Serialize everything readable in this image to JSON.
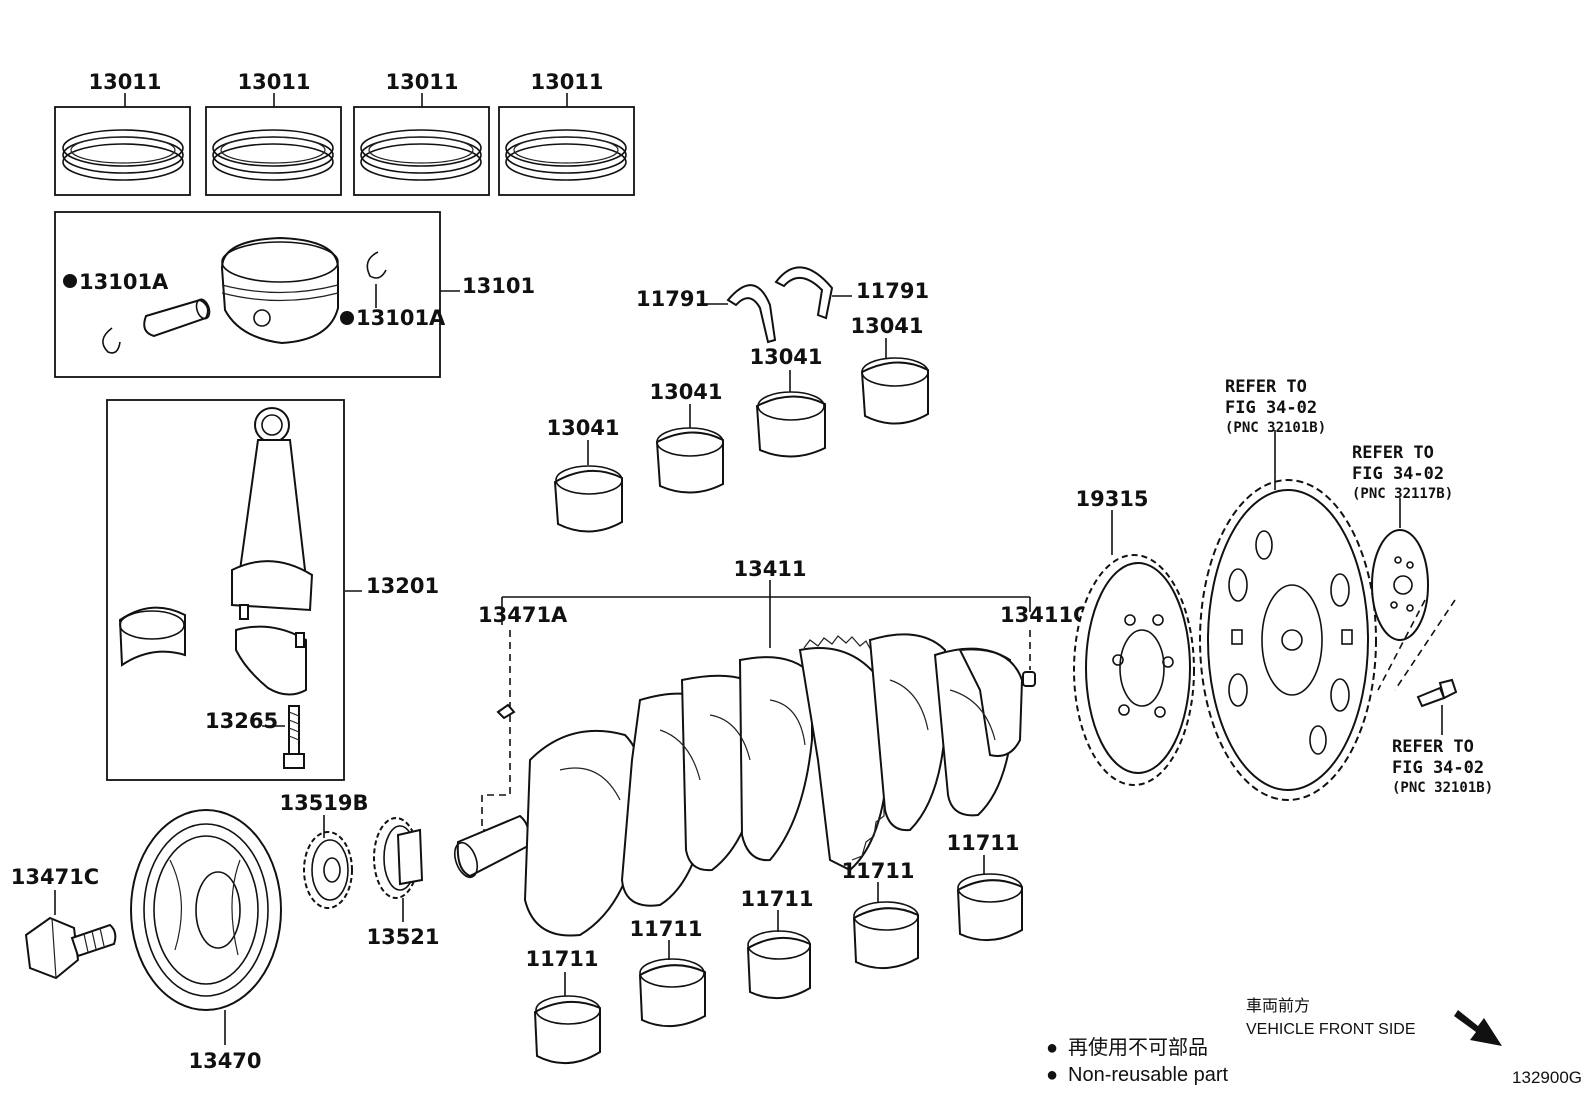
{
  "labels": {
    "ring_set_1": "13011",
    "ring_set_2": "13011",
    "ring_set_3": "13011",
    "ring_set_4": "13011",
    "piston_sub_assy": "13101",
    "snap_ring_left": "13101A",
    "snap_ring_right": "13101A",
    "conrod_assy": "13201",
    "conrod_bolt": "13265",
    "thrust_washer_left": "11791",
    "thrust_washer_right": "11791",
    "conrod_bearing_1": "13041",
    "conrod_bearing_2": "13041",
    "conrod_bearing_3": "13041",
    "conrod_bearing_4": "13041",
    "crankshaft": "13411",
    "crank_key": "13471A",
    "crank_pin": "13411C",
    "drive_plate_spacer": "19315",
    "sprocket_timing": "13519B",
    "crank_sprocket": "13521",
    "pulley_bolt": "13471C",
    "crank_pulley": "13470",
    "main_bearing_1": "11711",
    "main_bearing_2": "11711",
    "main_bearing_3": "11711",
    "main_bearing_4": "11711",
    "main_bearing_5": "11711"
  },
  "references": {
    "ref_a": {
      "line1": "REFER TO",
      "line2": "FIG 34-02",
      "line3": "(PNC 32101B)"
    },
    "ref_b": {
      "line1": "REFER TO",
      "line2": "FIG 34-02",
      "line3": "(PNC 32117B)"
    },
    "ref_c": {
      "line1": "REFER TO",
      "line2": "FIG 34-02",
      "line3": "(PNC 32101B)"
    }
  },
  "legend": {
    "symbol": "●",
    "jp": "再使用不可部品",
    "en": "Non-reusable part"
  },
  "orientation": {
    "jp": "車両前方",
    "en": "VEHICLE FRONT SIDE"
  },
  "figure_code": "132900G",
  "colors": {
    "ink": "#111111",
    "paper": "#ffffff"
  }
}
